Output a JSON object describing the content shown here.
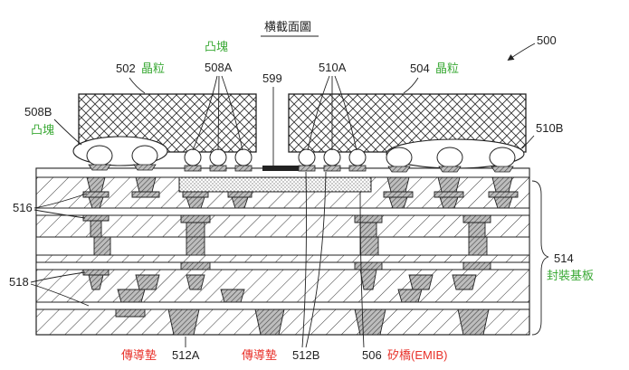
{
  "title": "横截面圖",
  "ref_main": "500",
  "labels": {
    "die_left_num": "502",
    "die_left_name": "晶粒",
    "die_right_num": "504",
    "die_right_name": "晶粒",
    "bump_top_name": "凸塊",
    "bump_508a": "508A",
    "bump_510a": "510A",
    "ref_599": "599",
    "bump_508b": "508B",
    "bump_left_name": "凸塊",
    "bump_510b": "510B",
    "ref_516": "516",
    "ref_518": "518",
    "substrate_num": "514",
    "substrate_name": "封裝基板",
    "pad_a_name": "傳導墊",
    "pad_a_num": "512A",
    "pad_b_name": "傳導墊",
    "pad_b_num": "512B",
    "bridge_num": "506",
    "bridge_name": "矽橋(EMIB)"
  },
  "colors": {
    "green_label": "#3aa935",
    "red_label": "#e8312a",
    "line": "#222222",
    "via_fill": "#8a8a8a"
  }
}
